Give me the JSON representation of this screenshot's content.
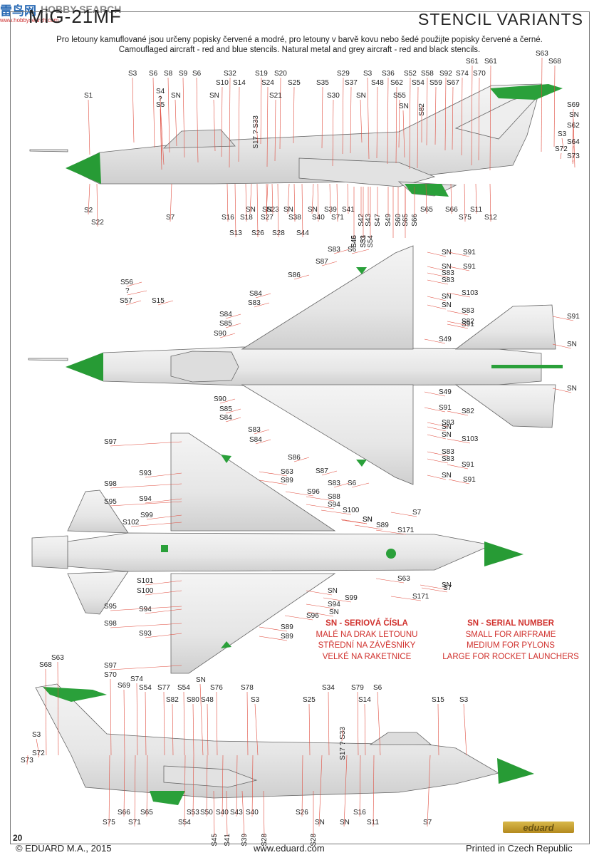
{
  "watermark": {
    "brand": "雷鸟网",
    "sub": "HOBBY SEARCH",
    "url": "www.hobbysearch.com"
  },
  "title": "MiG-21MF",
  "heading": "STENCIL VARIANTS",
  "intro": [
    "Pro letouny kamuflované jsou určeny popisky červené a modré, pro letouny v barvě kovu nebo šedé použijte popisky červené a černé.",
    "Camouflaged aircraft - red and blue stencils. Natural metal and grey aircraft - red and black stencils."
  ],
  "legend_cz": [
    "SN - SERIOVÁ ČÍSLA",
    "MALÉ NA DRAK LETOUNU",
    "STŘEDNÍ NA ZÁVĚSNÍKY",
    "VELKÉ NA RAKETNICE"
  ],
  "legend_en": [
    "SN - SERIAL NUMBER",
    "SMALL FOR AIRFRAME",
    "MEDIUM FOR PYLONS",
    "LARGE FOR ROCKET LAUNCHERS"
  ],
  "page_number": "20",
  "footer": {
    "copyright": "© EDUARD M.A., 2015",
    "website": "www.eduard.com",
    "printed": "Printed in Czech Republic"
  },
  "brand_logo": "eduard",
  "colors": {
    "nose_green": "#279b35",
    "camo_green": "#2aa03a",
    "callout_red": "#e04b3d",
    "stencil_blue": "#6aa0d8",
    "legend_red": "#d0312d"
  },
  "labels": {
    "side": [
      "S3",
      "S6",
      "S8",
      "S9",
      "S6",
      "S32",
      "S19",
      "S20",
      "S29",
      "S3",
      "S36",
      "S52",
      "S58",
      "S92",
      "S74",
      "S70",
      "S61",
      "S61",
      "S68",
      "S63",
      "S10",
      "S14",
      "S24",
      "S25",
      "S35",
      "S37",
      "S48",
      "S62",
      "S54",
      "S59",
      "S67",
      "S1",
      "S4",
      "?",
      "S5",
      "SN",
      "SN",
      "S17 ? S33",
      "S21",
      "S30",
      "SN",
      "S55",
      "S82",
      "SN",
      "S69",
      "SN",
      "S62",
      "S3",
      "S64",
      "S72",
      "S73",
      "S2",
      "S22",
      "S7",
      "SN",
      "SN",
      "S23",
      "SN",
      "SN",
      "S39",
      "S41",
      "S42",
      "S43",
      "S47",
      "S49",
      "S60",
      "S65",
      "S66",
      "S11",
      "S16",
      "S18",
      "S27",
      "S38",
      "S40",
      "S71",
      "S75",
      "S12",
      "S13",
      "S26",
      "S28",
      "S44",
      "S45",
      "S31",
      "S46",
      "S53",
      "S54"
    ],
    "top": [
      "S83",
      "S6",
      "S87",
      "S86",
      "S56",
      "?",
      "S57",
      "S15",
      "S84",
      "S83",
      "S84",
      "S85",
      "S90",
      "SN",
      "S91",
      "SN",
      "S91",
      "S83",
      "S83",
      "S103",
      "SN",
      "SN",
      "S83",
      "S91",
      "S82",
      "S91",
      "S49",
      "SN",
      "S90",
      "S85",
      "S84",
      "S83",
      "S84",
      "S86",
      "S87",
      "S83",
      "S6",
      "S49",
      "SN",
      "S91",
      "S82",
      "S83",
      "SN",
      "SN",
      "S103",
      "S83",
      "S83",
      "S91",
      "SN",
      "S91"
    ],
    "bottom": [
      "S97",
      "S93",
      "S98",
      "S94",
      "S95",
      "S99",
      "S102",
      "S63",
      "S89",
      "S96",
      "S88",
      "S94",
      "S100",
      "SN",
      "S89",
      "S171",
      "S7",
      "SN",
      "S101",
      "S100",
      "S95",
      "S94",
      "S98",
      "S93",
      "S97",
      "SN",
      "S89",
      "S99",
      "S94",
      "SN",
      "S96",
      "S89",
      "S63",
      "S171",
      "S7",
      "SN"
    ],
    "left": [
      "S63",
      "S68",
      "S70",
      "S74",
      "S69",
      "S54",
      "S77",
      "S54",
      "SN",
      "S76",
      "S78",
      "S34",
      "S17 ? S33",
      "S79",
      "S6",
      "S82",
      "S80",
      "S48",
      "S3",
      "S25",
      "S14",
      "S15",
      "S3",
      "S3",
      "S72",
      "S73",
      "S75",
      "S66",
      "S65",
      "S71",
      "S54",
      "S53",
      "S50",
      "S40",
      "S43",
      "S40",
      "S45",
      "S41",
      "S39",
      "S26",
      "S28",
      "SN",
      "SN",
      "S16",
      "S11",
      "S7"
    ]
  }
}
